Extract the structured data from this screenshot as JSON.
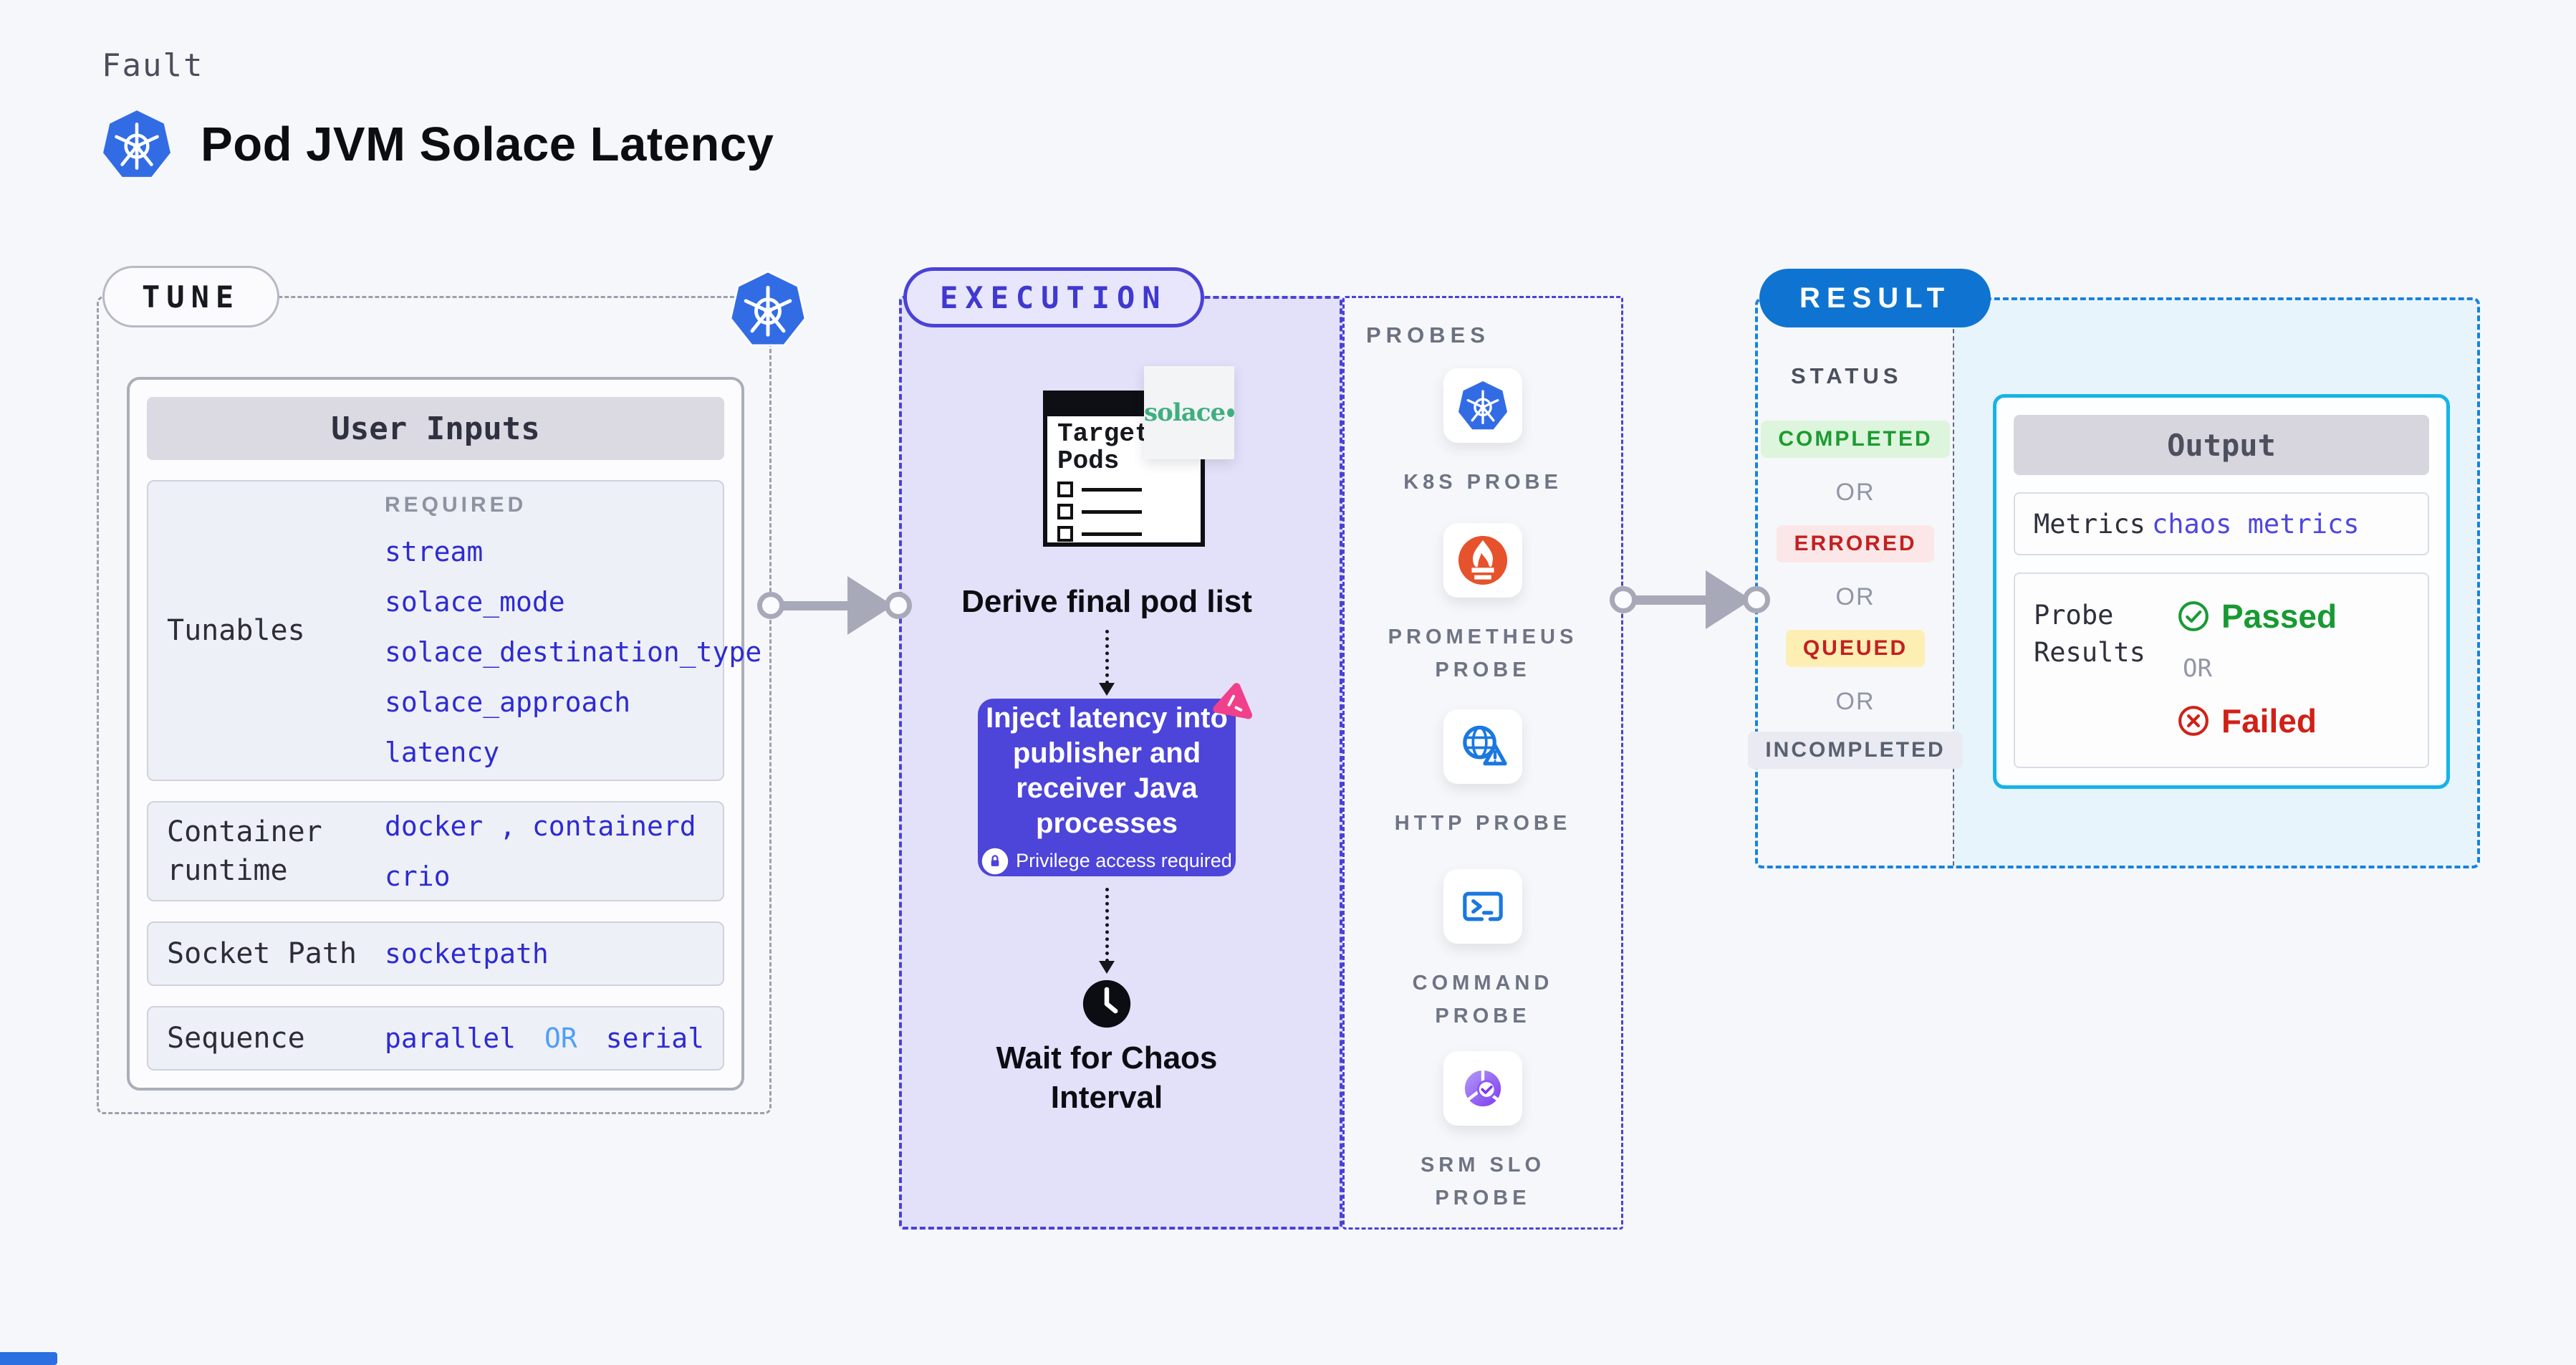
{
  "header": {
    "kicker": "Fault",
    "title": "Pod JVM Solace Latency"
  },
  "tune": {
    "badge": "TUNE",
    "user_inputs_title": "User Inputs",
    "tunables_label": "Tunables",
    "required_label": "REQUIRED",
    "tunable_items": [
      "stream",
      "solace_mode",
      "solace_destination_type",
      "solace_approach",
      "latency"
    ],
    "container_runtime_label": "Container runtime",
    "container_runtime_line1": "docker , containerd",
    "container_runtime_line2": "crio",
    "socket_path_label": "Socket Path",
    "socket_path_value": "socketpath",
    "sequence_label": "Sequence",
    "sequence_first": "parallel",
    "sequence_or": "OR",
    "sequence_second": "serial"
  },
  "execution": {
    "badge": "EXECUTION",
    "target_pods_lines": [
      "Target",
      "Pods"
    ],
    "solace_text": "solace",
    "derive_caption": "Derive final pod list",
    "inject_lines": [
      "Inject latency into",
      "publisher and",
      "receiver Java",
      "processes"
    ],
    "privilege_note": "Privilege access required",
    "wait_lines": [
      "Wait for Chaos",
      "Interval"
    ]
  },
  "probes": {
    "heading": "PROBES",
    "items": [
      {
        "icon": "kubernetes-icon",
        "label": "K8S PROBE"
      },
      {
        "icon": "prometheus-icon",
        "label": "PROMETHEUS PROBE"
      },
      {
        "icon": "http-probe-icon",
        "label": "HTTP PROBE"
      },
      {
        "icon": "command-probe-icon",
        "label": "COMMAND PROBE"
      },
      {
        "icon": "srm-slo-probe-icon",
        "label": "SRM SLO PROBE"
      }
    ]
  },
  "result": {
    "badge": "RESULT",
    "status_heading": "STATUS",
    "or_label": "OR",
    "statuses": [
      "COMPLETED",
      "ERRORED",
      "QUEUED",
      "INCOMPLETED"
    ],
    "output": {
      "title": "Output",
      "metrics_label": "Metrics",
      "metrics_value": "chaos metrics",
      "probe_results_label": "Probe Results",
      "passed_label": "Passed",
      "or_label": "OR",
      "failed_label": "Failed"
    }
  },
  "colors": {
    "page_bg": "#f6f7fa",
    "ink": "#0c0d12",
    "value_blue": "#2e2bd2",
    "or_light_blue": "#4f9ff7",
    "tune_gray": "#9aa0ac",
    "indigo": "#4a42d6",
    "execution_fill": "#e2e1f9",
    "inject_purple": "#4d44da",
    "chaos_pink": "#f0408c",
    "k8s_blue": "#326ce5",
    "prometheus_orange": "#e6522c",
    "probe_blue": "#1a78e0",
    "srm_purple": "#8b5cf6",
    "result_border_blue": "#1583e3",
    "result_badge_blue": "#0f74d1",
    "result_fill_blue": "#e8f4fc",
    "output_border_cyan": "#16b3e9",
    "success_green": "#1d9b31",
    "error_red": "#c32021",
    "queued_yellow_bg": "#fdeeb4",
    "solace_green": "#3faf80",
    "arrow_gray": "#a8a9b8"
  }
}
